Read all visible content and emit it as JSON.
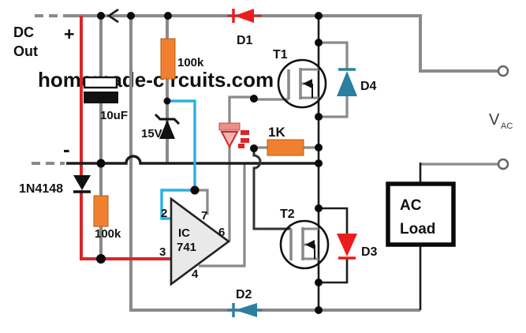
{
  "watermark": {
    "text": "homemade-circuits.com",
    "color": "#4b52c7"
  },
  "colors": {
    "wire_gray": "#8a8a8a",
    "wire_dark": "#1c1c1c",
    "wire_red": "#d8262b",
    "wire_cyan": "#2ab0e2",
    "resistor": "#f08030",
    "resistor_border": "#b35c12",
    "diode_red": "#ec1c1c",
    "diode_teal": "#2b7f9f",
    "led_body": "#f4b6b1",
    "led_bar": "#ef8d88",
    "led_ray": "#dd2424",
    "opamp_fill": "#e9e9e9",
    "component_black": "#111111"
  },
  "labels": {
    "dc_out_line1": "DC",
    "dc_out_line2": "Out",
    "plus": "+",
    "minus": "-",
    "capacitor": "10uF",
    "zener": "15V",
    "resistor_top": "100k",
    "resistor_left": "100k",
    "resistor_gate": "1K",
    "diode_input": "1N4148",
    "d1": "D1",
    "d2": "D2",
    "d3": "D3",
    "d4": "D4",
    "t1": "T1",
    "t2": "T2",
    "opamp_line1": "IC",
    "opamp_line2": "741",
    "pin2": "2",
    "pin3": "3",
    "pin4": "4",
    "pin6": "6",
    "pin7": "7",
    "load_line1": "AC",
    "load_line2": "Load",
    "vac_v": "V",
    "vac_sub": "AC"
  }
}
